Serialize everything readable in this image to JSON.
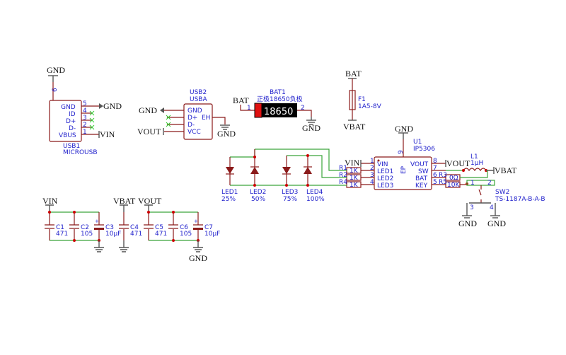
{
  "nets": {
    "gnd": "GND",
    "vin": "VIN",
    "vout": "VOUT",
    "bat": "BAT",
    "vbat": "VBAT"
  },
  "usb1": {
    "ref": "USB1",
    "value": "MICROUSB",
    "pins": [
      {
        "name": "GND",
        "num": "5"
      },
      {
        "name": "ID",
        "num": "4"
      },
      {
        "name": "D+",
        "num": "3"
      },
      {
        "name": "D-",
        "num": "2"
      },
      {
        "name": "VBUS",
        "num": "1"
      }
    ],
    "shield_pin": "6"
  },
  "usb2": {
    "ref": "USB2",
    "value": "USBA",
    "pins": [
      "GND",
      "D+",
      "D-",
      "VCC"
    ],
    "eh": "EH"
  },
  "bat1": {
    "ref": "BAT1",
    "value": "正极18650负极",
    "body": "18650",
    "pin1": "1",
    "pin2": "2"
  },
  "f1": {
    "ref": "F1",
    "value": "1A5-8V"
  },
  "u1": {
    "ref": "U1",
    "value": "IP5306",
    "ep": "EP",
    "ep_num": "9",
    "left_pins": [
      {
        "name": "VIN",
        "num": "1"
      },
      {
        "name": "LED1",
        "num": "2"
      },
      {
        "name": "LED2",
        "num": "3"
      },
      {
        "name": "LED3",
        "num": "4"
      }
    ],
    "right_pins": [
      {
        "name": "VOUT",
        "num": "8"
      },
      {
        "name": "SW",
        "num": "7"
      },
      {
        "name": "BAT",
        "num": "6"
      },
      {
        "name": "KEY",
        "num": "5"
      }
    ]
  },
  "resistors": [
    {
      "ref": "R1",
      "value": "1K"
    },
    {
      "ref": "R2",
      "value": "1K"
    },
    {
      "ref": "R4",
      "value": "1K"
    },
    {
      "ref": "R3",
      "value": "0Ω"
    },
    {
      "ref": "R5",
      "value": "10K"
    }
  ],
  "leds": [
    {
      "ref": "LED1",
      "value": "25%"
    },
    {
      "ref": "LED2",
      "value": "50%"
    },
    {
      "ref": "LED3",
      "value": "75%"
    },
    {
      "ref": "LED4",
      "value": "100%"
    }
  ],
  "l1": {
    "ref": "L1",
    "value": "1μH"
  },
  "sw2": {
    "ref": "SW2",
    "value": "TS-1187A-B-A-B",
    "pins": [
      "1",
      "2",
      "3",
      "4"
    ]
  },
  "caps": [
    {
      "ref": "C1",
      "value": "471"
    },
    {
      "ref": "C2",
      "value": "105"
    },
    {
      "ref": "C3",
      "value": "10μF"
    },
    {
      "ref": "C4",
      "value": "471"
    },
    {
      "ref": "C5",
      "value": "471"
    },
    {
      "ref": "C6",
      "value": "105"
    },
    {
      "ref": "C7",
      "value": "10μF"
    }
  ],
  "colors": {
    "wire": "#8b1a1a",
    "net_wire": "#3aa53a",
    "text": "#2222cc",
    "junction": "#cc0000"
  }
}
